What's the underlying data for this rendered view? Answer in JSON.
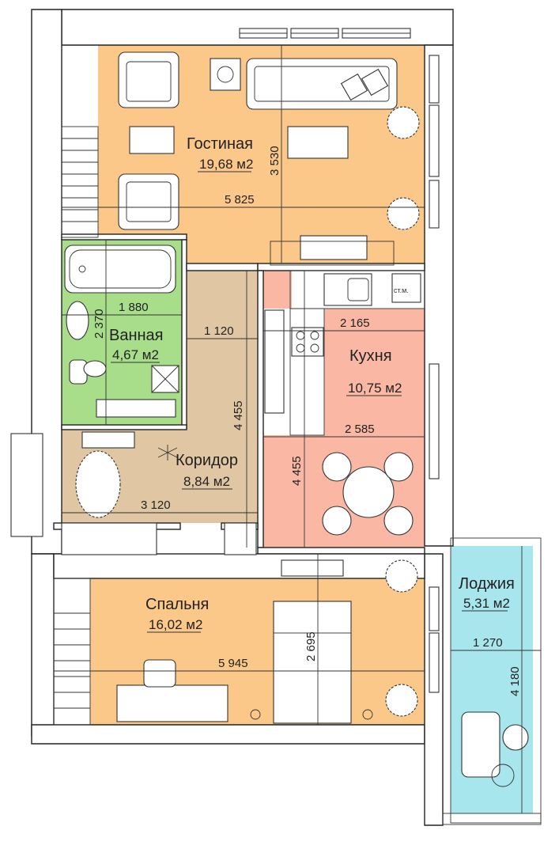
{
  "plan": {
    "rooms": [
      {
        "key": "living",
        "name": "Гостиная",
        "area": "19,68 м2",
        "color": "#fbc88a"
      },
      {
        "key": "bath",
        "name": "Ванная",
        "area": "4,67 м2",
        "color": "#a8dd8a"
      },
      {
        "key": "kitchen",
        "name": "Кухня",
        "area": "10,75 м2",
        "color": "#f9b7a4"
      },
      {
        "key": "corridor",
        "name": "Коридор",
        "area": "8,84 м2",
        "color": "#e0c6a2"
      },
      {
        "key": "bedroom",
        "name": "Спальня",
        "area": "16,02 м2",
        "color": "#fbc88a"
      },
      {
        "key": "loggia",
        "name": "Лоджия",
        "area": "5,31 м2",
        "color": "#a8e6ee"
      }
    ],
    "dimensions": {
      "living_width": "5 825",
      "living_height": "3 530",
      "bath_width": "1 880",
      "bath_height": "2 370",
      "corridor_width_top": "1 120",
      "corridor_height": "4 455",
      "corridor_width": "3 120",
      "kitchen_width_top": "2 165",
      "kitchen_width": "2 585",
      "kitchen_height": "4 455",
      "bedroom_width": "5 945",
      "bedroom_height": "2 695",
      "loggia_width": "1 270",
      "loggia_height": "4 180"
    },
    "labels": {
      "shaft": "ст.м."
    }
  }
}
